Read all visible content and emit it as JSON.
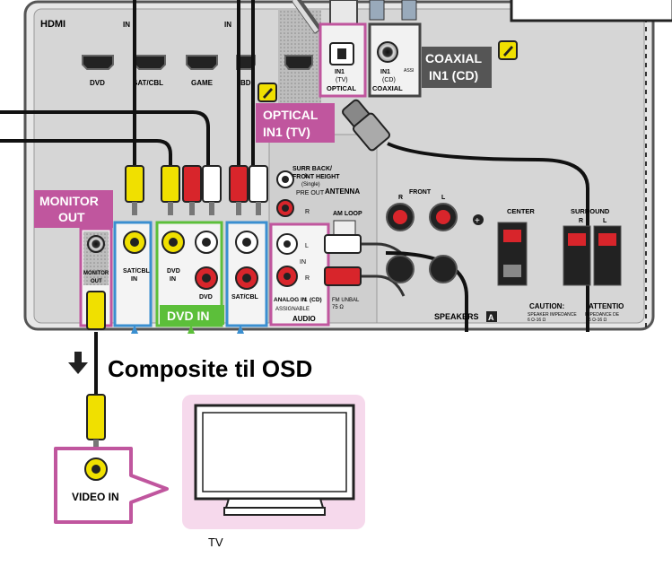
{
  "panel": {
    "hdmi_label": "HDMI",
    "in_label_1": "IN",
    "in_label_2": "IN",
    "hdmi_ports": [
      "DVD",
      "SAT/CBL",
      "GAME",
      "BD"
    ],
    "optical_in": "IN1",
    "optical_sub": "(TV)",
    "optical_name": "OPTICAL",
    "coaxial_in": "IN1",
    "coaxial_sub": "(CD)",
    "coaxial_name": "COAXIAL",
    "assign": "ASSI",
    "surr_back": "SURR BACK/",
    "front_height": "FRONT HEIGHT",
    "single": "(Single)",
    "pre_out": "PRE OUT",
    "l": "L",
    "r": "R",
    "antenna": "ANTENNA",
    "am_loop": "AM LOOP",
    "fm_unbal": "FM UNBAL",
    "ohm": "75 Ω",
    "front": "FRONT",
    "center": "CENTER",
    "surround": "SURROUND",
    "speakers": "SPEAKERS",
    "speakers_tag": "A",
    "caution": "CAUTION:",
    "caution_sub": "SPEAKER IMPEDANCE",
    "caution_sub2": "6 Ω-16 Ω",
    "attention": "ATTENTIO",
    "attention_sub": "IMPEDANCE DE",
    "attention_sub2": "6 Ω-16 Ω",
    "monitor_out_port": "MONITOR",
    "monitor_out_port2": "OUT",
    "satcbl_in": "SAT/CBL",
    "satcbl_in2": "IN",
    "dvd_in": "DVD",
    "dvd_in2": "IN",
    "dvd_bottom": "DVD",
    "satcbl_bottom": "SAT/CBL",
    "in_small": "IN",
    "analog_in": "ANALOG IN",
    "analog_in_num": "1",
    "analog_in_cd": "(CD)",
    "assignable": "ASSIGNABLE",
    "audio": "AUDIO"
  },
  "callouts": {
    "coaxial_line1": "COAXIAL",
    "coaxial_line2": "IN1 (CD)",
    "optical_line1": "OPTICAL",
    "optical_line2": "IN1 (TV)",
    "monitor_line1": "MONITOR",
    "monitor_line2": "OUT",
    "dvd_in_line": "DVD IN"
  },
  "caption": "Composite til OSD",
  "video_in": "VIDEO IN",
  "tv_label": "TV",
  "colors": {
    "magenta": "#c0569e",
    "blue": "#3a8fd0",
    "green": "#5cbf3a",
    "yellow": "#f0e000",
    "red": "#d8252b",
    "panel": "#d9d9d9"
  }
}
